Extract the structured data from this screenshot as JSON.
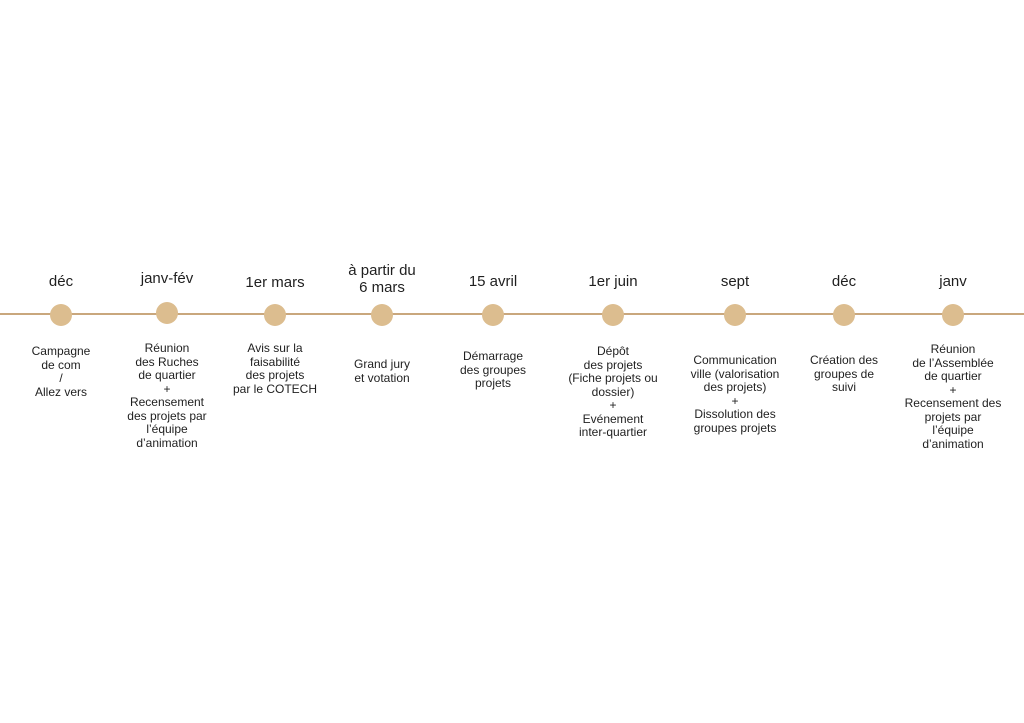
{
  "events": [
    {
      "date": "déc",
      "description": "Campagne\nde com\n/\nAllez vers"
    },
    {
      "date": "janv-fév",
      "description": "Réunion\ndes Ruches\nde quartier\n+\nRecensement\ndes projets par\nl’équipe\nd’animation"
    },
    {
      "date": "1er mars",
      "description": "Avis sur la\nfaisabilité\ndes projets\npar le COTECH"
    },
    {
      "date": "à partir du\n6 mars",
      "description": "Grand jury\net votation"
    },
    {
      "date": "15 avril",
      "description": "Démarrage\ndes groupes\nprojets"
    },
    {
      "date": "1er juin",
      "description": "Dépôt\ndes projets\n(Fiche projets ou\ndossier)\n+\nEvénement\ninter-quartier"
    },
    {
      "date": "sept",
      "description": "Communication\nville (valorisation\ndes projets)\n+\nDissolution des\ngroupes projets"
    },
    {
      "date": "déc",
      "description": "Création des\ngroupes de\nsuivi"
    },
    {
      "date": "janv",
      "description": "Réunion\nde l’Assemblée\nde quartier\n+\nRecensement des\nprojets par\nl’équipe\nd’animation"
    }
  ],
  "colors": {
    "line": "#c9a77d",
    "dot": "#dcbd8f",
    "text": "#1f1f1f"
  }
}
